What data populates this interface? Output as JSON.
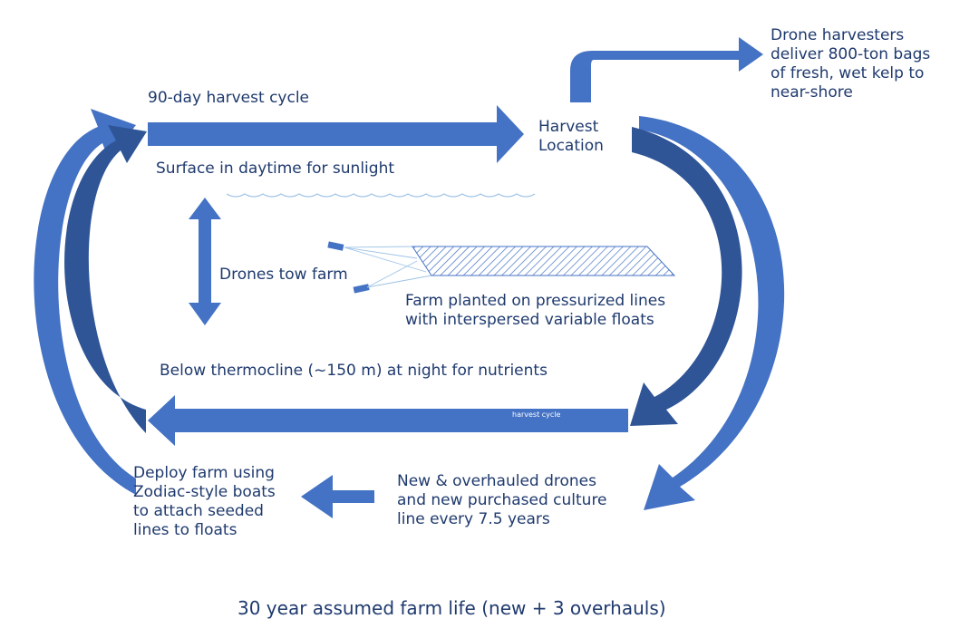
{
  "labels": {
    "top_arrow": "90-day harvest cycle",
    "harvest_location": "Harvest\nLocation",
    "drone_harvesters": "Drone harvesters\ndeliver 800-ton bags\nof fresh, wet kelp to\nnear-shore",
    "surface": "Surface in daytime for sunlight",
    "drones_tow": "Drones tow farm",
    "farm_planted": "Farm planted on pressurized lines\nwith interspersed variable floats",
    "below_thermocline": "Below thermocline (~150 m) at night for nutrients",
    "bottom_arrow": "harvest cycle",
    "deploy": "Deploy farm using\nZodiac-style boats\nto attach seeded\nlines to floats",
    "new_drones": "New & overhauled drones\nand new purchased culture\nline  every 7.5 years",
    "farm_life": "30 year assumed farm life (new + 3 overhauls)"
  },
  "colors": {
    "arrow": "#4472c4",
    "arrow_dark": "#2f5597",
    "text": "#1f3a6e",
    "water": "#9dc3e6"
  }
}
